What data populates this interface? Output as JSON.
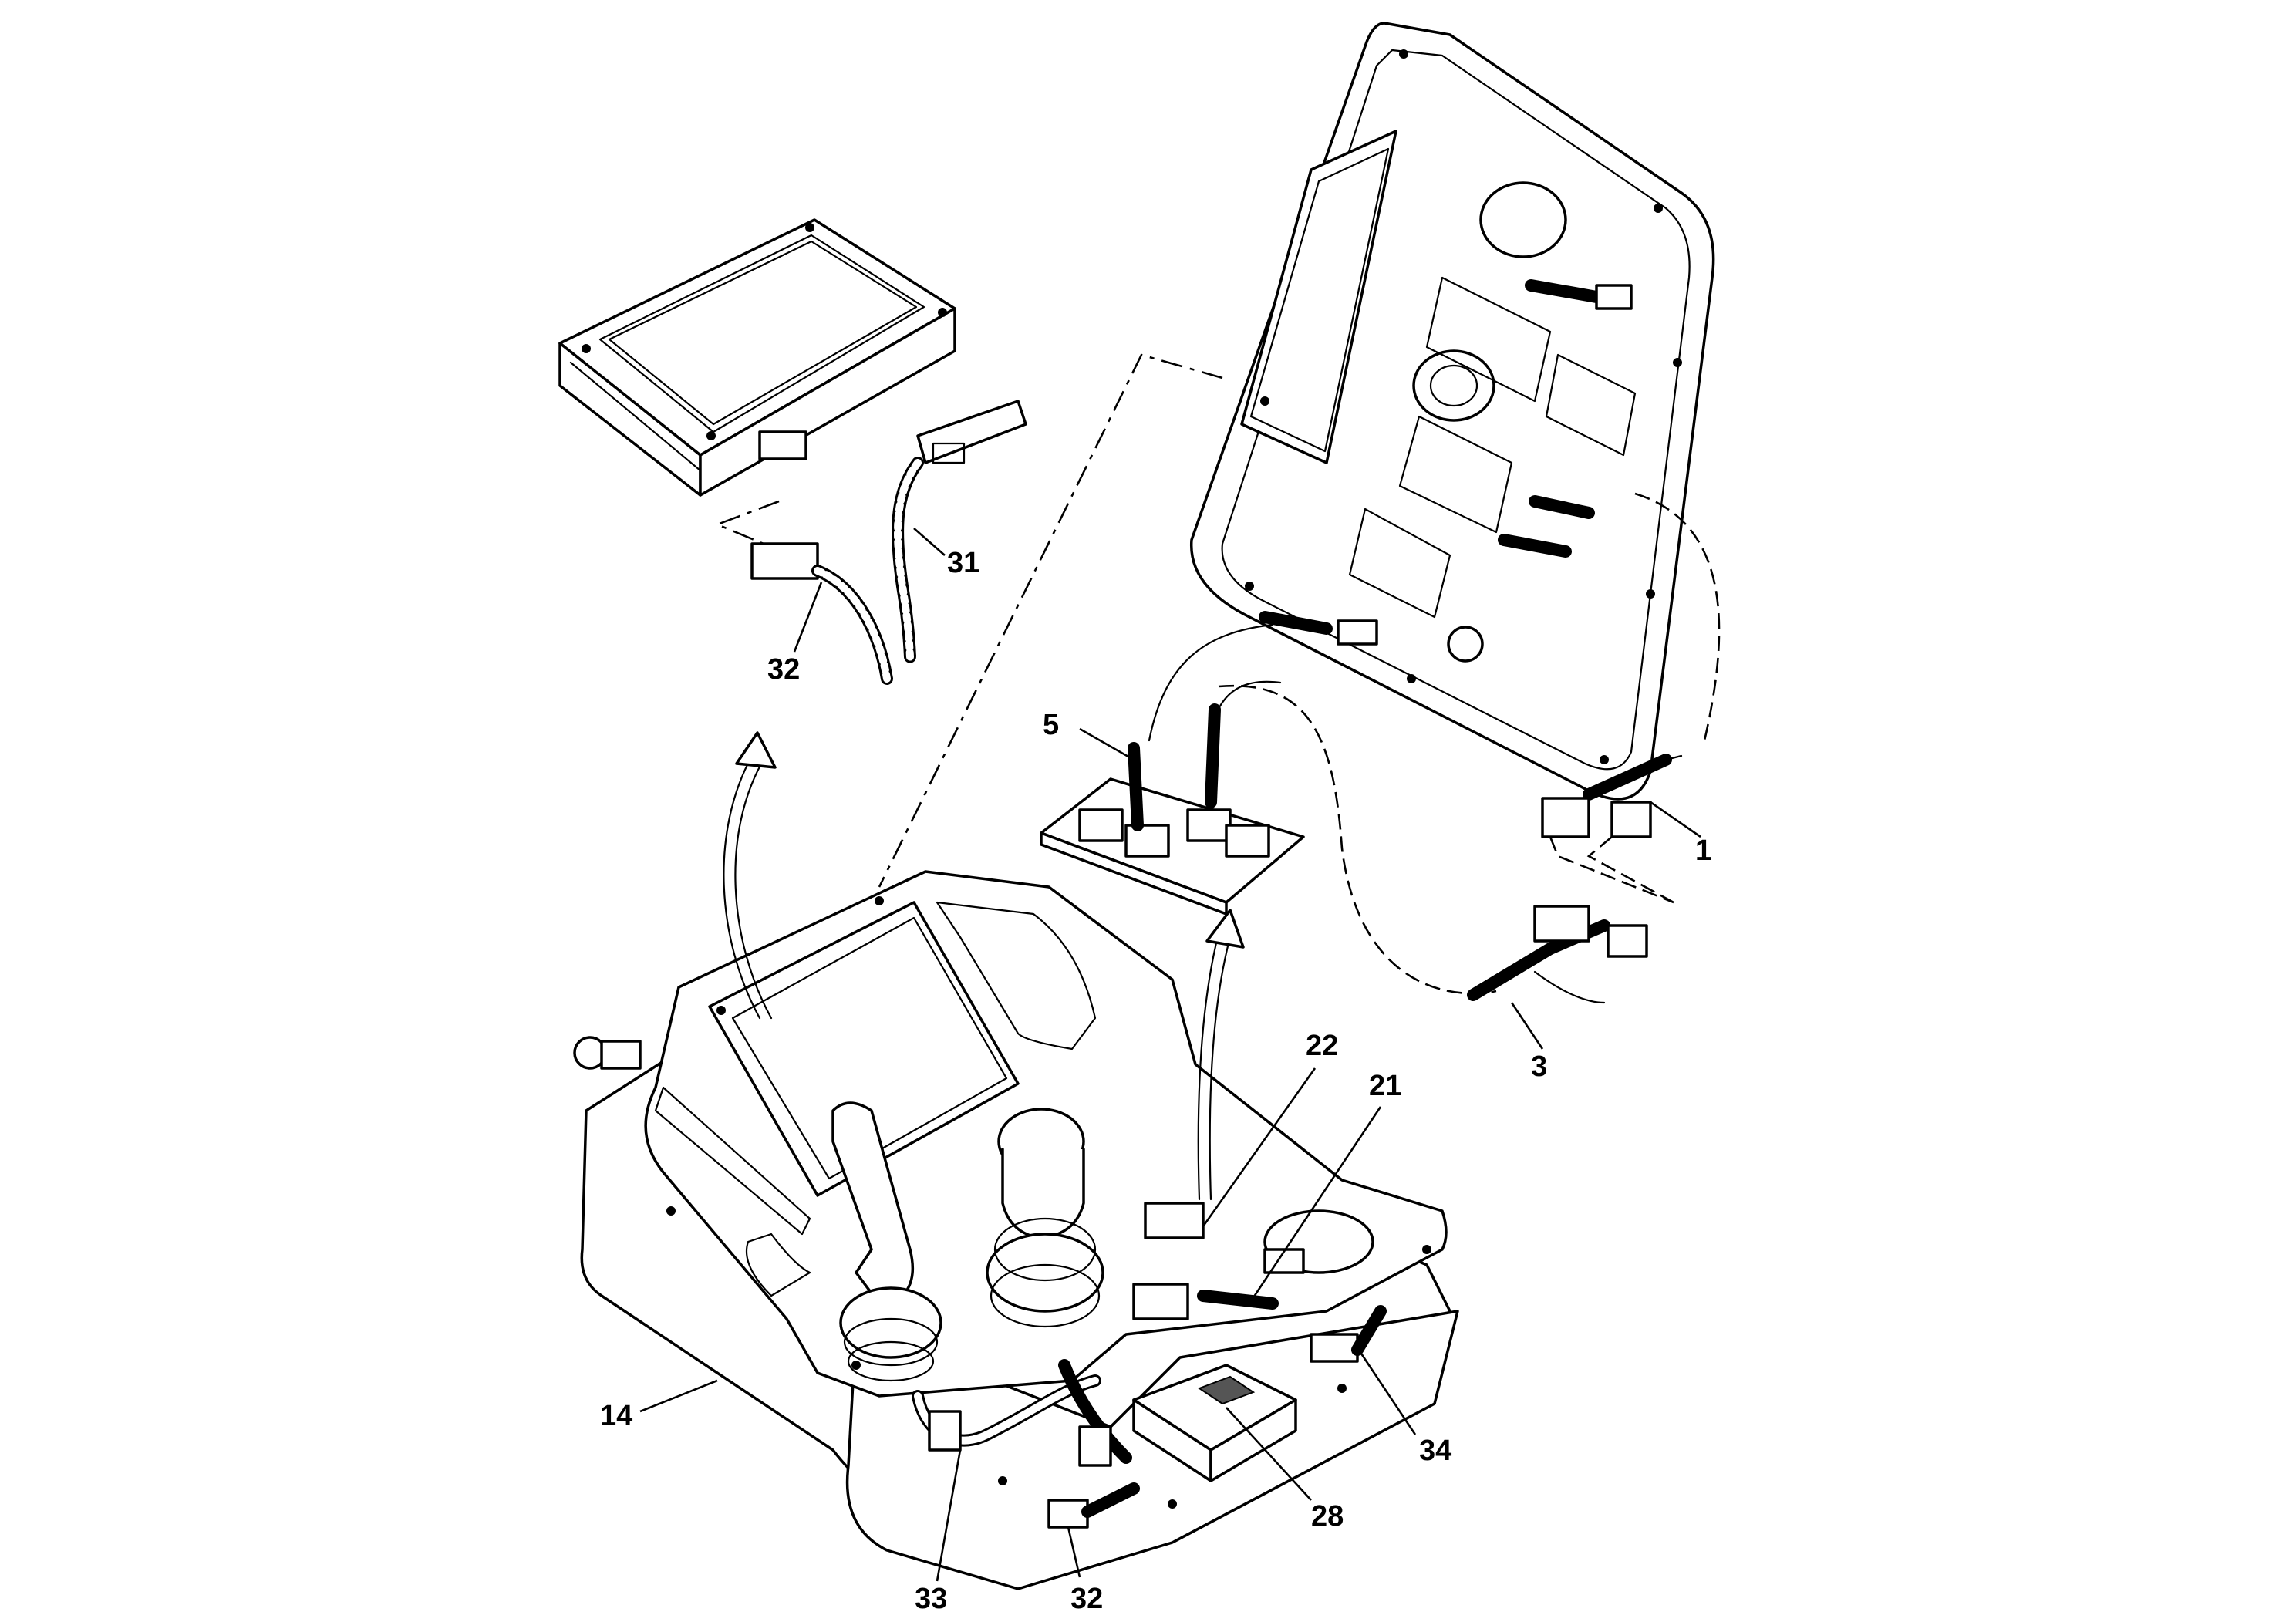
{
  "callouts": {
    "c1": "1",
    "c3": "3",
    "c5": "5",
    "c14": "14",
    "c21": "21",
    "c22": "22",
    "c28": "28",
    "c31": "31",
    "c32_top": "32",
    "c32_bottom": "32",
    "c33": "33",
    "c34": "34"
  }
}
